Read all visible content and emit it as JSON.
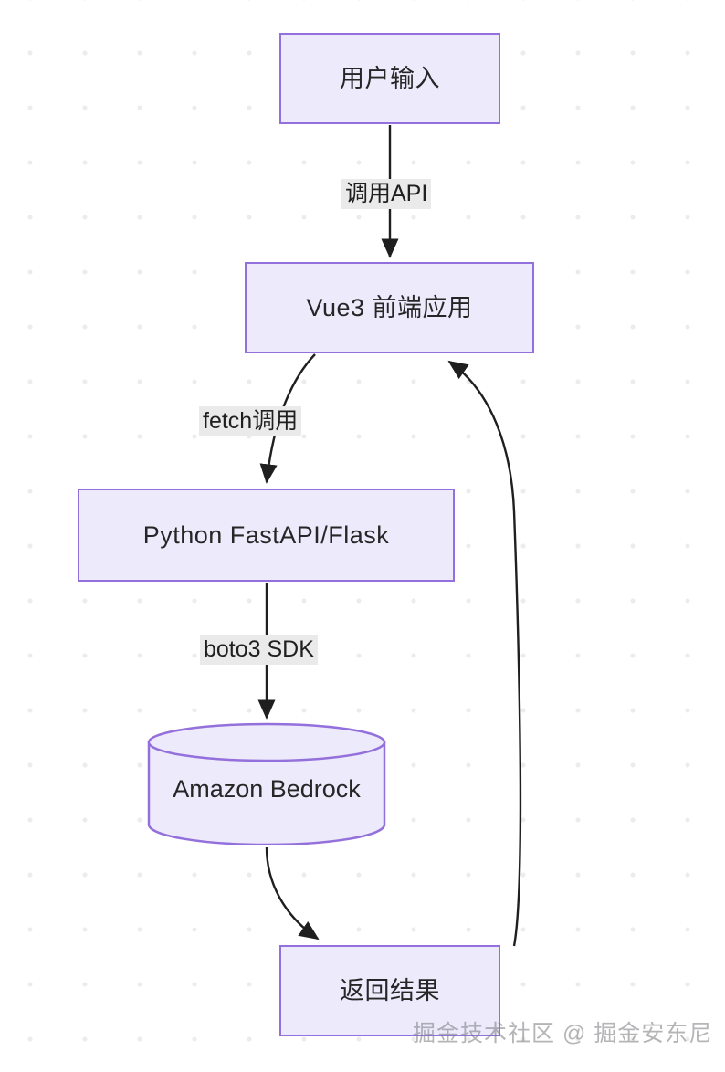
{
  "diagram": {
    "title": "",
    "type": "flowchart",
    "background": {
      "color": "#ffffff",
      "grid": "dotted",
      "dot_color": "#ececec",
      "dot_spacing": 60
    },
    "theme": {
      "node_fill": "#ECEAFB",
      "node_border": "#9370DB",
      "text_color": "#262626",
      "edge_color": "#1f1f1f",
      "edge_label_bg": "#EAEAEA"
    },
    "nodes": [
      {
        "id": "user-input",
        "label": "用户输入",
        "shape": "rect"
      },
      {
        "id": "vue3-frontend",
        "label": "Vue3 前端应用",
        "shape": "rect"
      },
      {
        "id": "python-backend",
        "label": "Python FastAPI/Flask",
        "shape": "rect"
      },
      {
        "id": "amazon-bedrock",
        "label": "Amazon Bedrock",
        "shape": "cylinder"
      },
      {
        "id": "return-result",
        "label": "返回结果",
        "shape": "rect"
      }
    ],
    "edges": [
      {
        "id": "e1",
        "from": "user-input",
        "to": "vue3-frontend",
        "label": "调用API"
      },
      {
        "id": "e2",
        "from": "vue3-frontend",
        "to": "python-backend",
        "label": "fetch调用"
      },
      {
        "id": "e3",
        "from": "python-backend",
        "to": "amazon-bedrock",
        "label": "boto3 SDK"
      },
      {
        "id": "e4",
        "from": "amazon-bedrock",
        "to": "return-result",
        "label": ""
      },
      {
        "id": "e5",
        "from": "return-result",
        "to": "vue3-frontend",
        "label": ""
      }
    ]
  },
  "watermark": {
    "text": "掘金技术社区 @ 掘金安东尼"
  }
}
